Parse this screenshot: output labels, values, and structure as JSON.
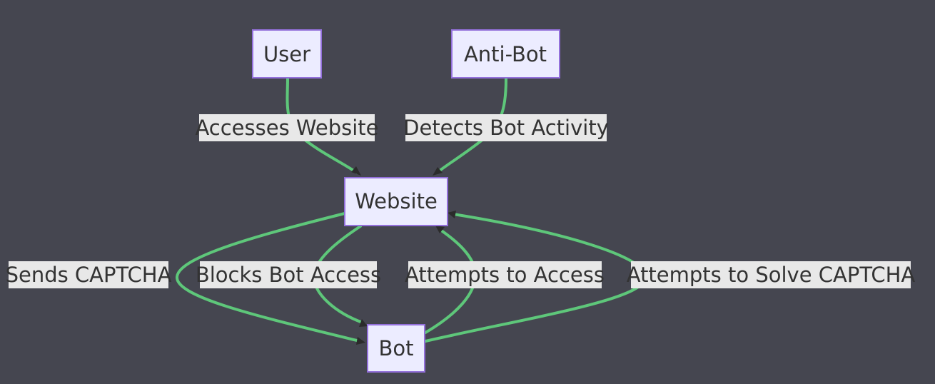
{
  "nodes": {
    "user": "User",
    "anti_bot": "Anti-Bot",
    "website": "Website",
    "bot": "Bot"
  },
  "edges": {
    "user_website": "Accesses Website",
    "antibot_website": "Detects Bot Activity",
    "website_bot_captcha": "Sends CAPTCHA",
    "website_bot_block": "Blocks Bot Access",
    "bot_website_access": "Attempts to Access",
    "bot_website_solve": "Attempts to Solve CAPTCHA"
  },
  "colors": {
    "background": "#454650",
    "node_fill": "#ececff",
    "node_border": "#9370db",
    "edge": "#5ec77a",
    "label_background": "#e8e8e8",
    "text": "#333333"
  }
}
